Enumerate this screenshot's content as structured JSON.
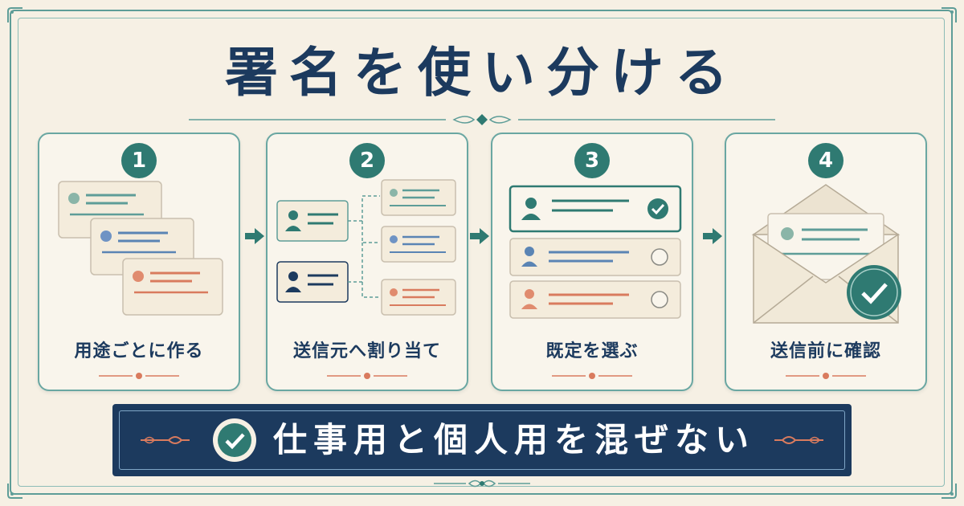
{
  "title": "署名を使い分ける",
  "steps": [
    {
      "number": "1",
      "label": "用途ごとに作る"
    },
    {
      "number": "2",
      "label": "送信元へ割り当て"
    },
    {
      "number": "3",
      "label": "既定を選ぶ"
    },
    {
      "number": "4",
      "label": "送信前に確認"
    }
  ],
  "banner": {
    "text": "仕事用と個人用を混ぜない",
    "icon": "check-icon"
  },
  "colors": {
    "navy": "#1c3a5e",
    "teal": "#2f7a72",
    "blue": "#5a84b4",
    "orange": "#d97b5e",
    "background": "#f6f0e4"
  }
}
